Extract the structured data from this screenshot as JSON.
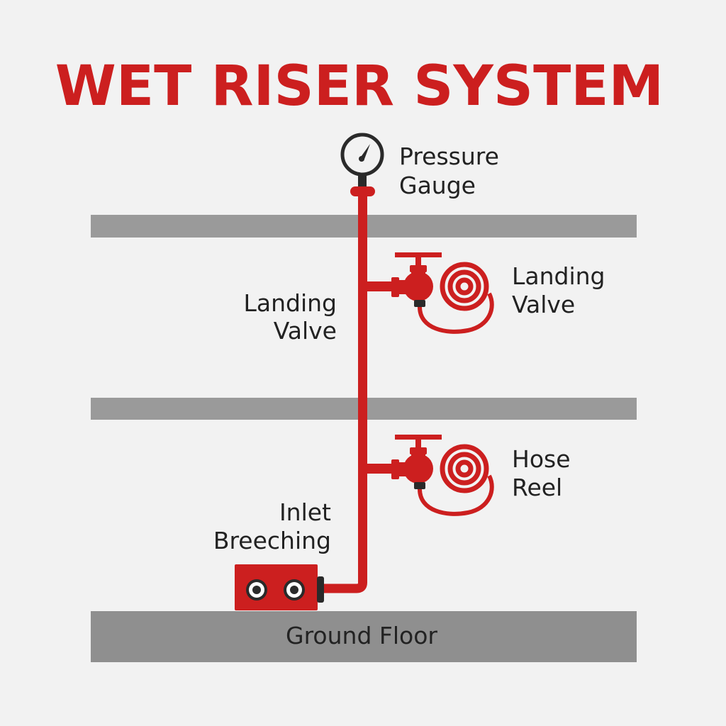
{
  "title": "WET RISER SYSTEM",
  "labels": {
    "pressure_gauge": [
      "Pressure",
      "Gauge"
    ],
    "landing_valve_left": [
      "Landing",
      "Valve"
    ],
    "landing_valve_right": [
      "Landing",
      "Valve"
    ],
    "hose_reel": [
      "Hose",
      "Reel"
    ],
    "inlet_breeching": [
      "Inlet",
      "Breeching"
    ],
    "ground_floor": "Ground Floor"
  },
  "colors": {
    "accent": "#cc1f1f",
    "background": "#f2f2f2",
    "slab": "#9a9a9a",
    "ground": "#8f8f8f",
    "dark": "#2a2a2a"
  }
}
